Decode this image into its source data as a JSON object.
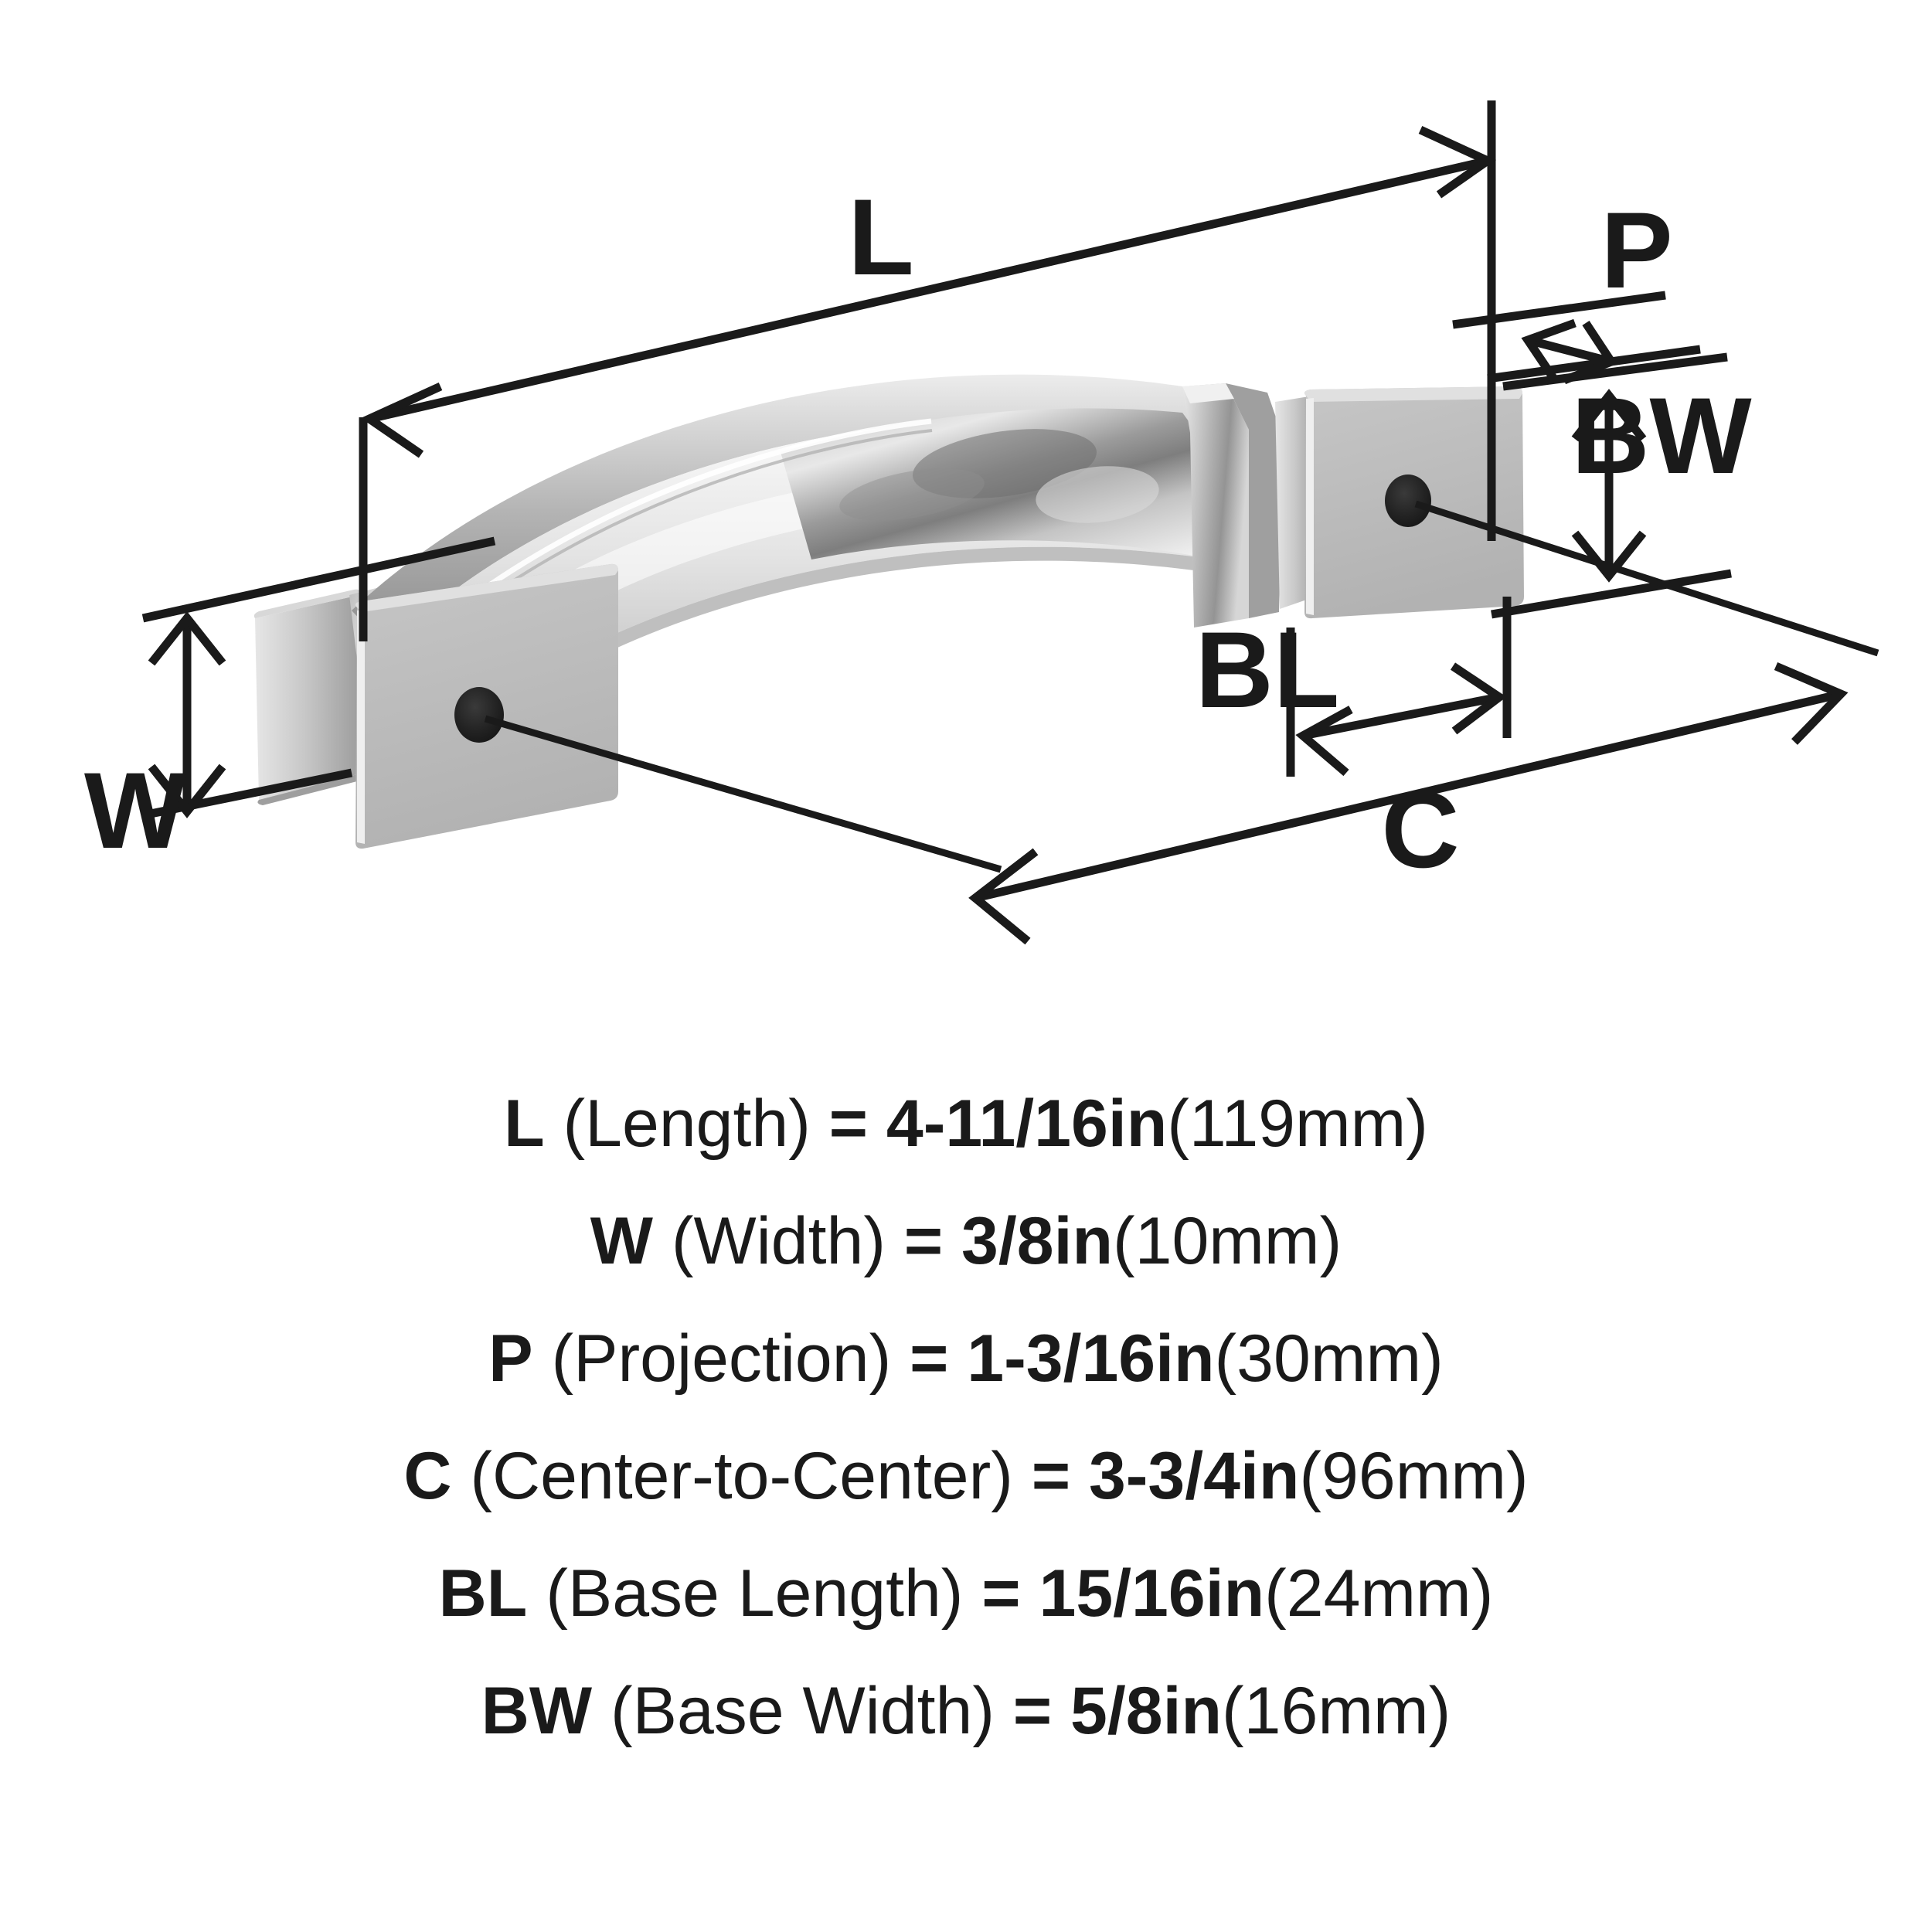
{
  "diagram": {
    "product": "arched cabinet pull handle, polished chrome with two square mounting bases",
    "labels": {
      "length": "L",
      "width": "W",
      "projection": "P",
      "center_to_center": "C",
      "base_length": "BL",
      "base_width": "BW"
    },
    "colors": {
      "line": "#1a1a1a",
      "background": "#ffffff",
      "base_face": "#bcbcbc",
      "base_edge": "#8d8d8d",
      "chrome_light": "#f2f2f2",
      "chrome_mid": "#c9c9c9",
      "chrome_dark": "#8a8a8a",
      "hole": "#222222"
    }
  },
  "legend": {
    "rows": [
      {
        "code": "L",
        "name": "(Length)",
        "eq": "=",
        "value": "4-11/16in",
        "metric": "(119mm)"
      },
      {
        "code": "W",
        "name": "(Width)",
        "eq": "=",
        "value": "3/8in",
        "metric": "(10mm)"
      },
      {
        "code": "P",
        "name": "(Projection)",
        "eq": "=",
        "value": "1-3/16in",
        "metric": "(30mm)"
      },
      {
        "code": "C",
        "name": "(Center-to-Center)",
        "eq": "=",
        "value": "3-3/4in",
        "metric": "(96mm)"
      },
      {
        "code": "BL",
        "name": "(Base Length)",
        "eq": "=",
        "value": "15/16in",
        "metric": "(24mm)"
      },
      {
        "code": "BW",
        "name": "(Base Width)",
        "eq": "=",
        "value": "5/8in",
        "metric": "(16mm)"
      }
    ]
  }
}
